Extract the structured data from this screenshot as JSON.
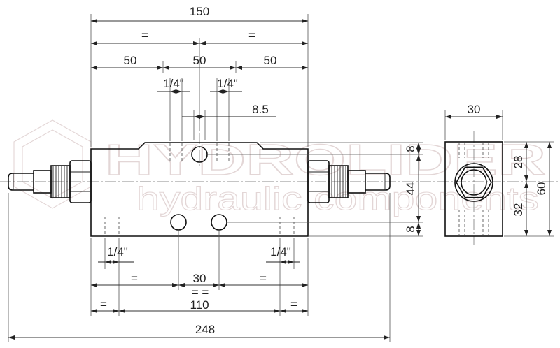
{
  "watermark": {
    "brand": "HYDROLIDER",
    "tagline": "hydraulic components"
  },
  "dimensions": {
    "top_overall": "150",
    "top_equal_left": "=",
    "top_equal_right": "=",
    "top_segment_left": "50",
    "top_segment_middle": "50",
    "top_segment_right": "50",
    "port_top_left": "1/4\"",
    "port_top_right": "1/4\"",
    "hole_offset": "8.5",
    "side_width": "30",
    "right_top_offset": "8",
    "right_hole_spacing": "44",
    "right_bottom_offset": "8",
    "side_upper": "28",
    "side_lower": "32",
    "side_height": "60",
    "port_bottom_left": "1/4\"",
    "port_bottom_right": "1/4\"",
    "mid_equal_left": "=",
    "hole_spacing": "30",
    "mid_equal_right": "=",
    "mid_equal_pair": "= =",
    "low_equal_left": "=",
    "mount_spacing": "110",
    "low_equal_right": "=",
    "overall_length": "248"
  }
}
